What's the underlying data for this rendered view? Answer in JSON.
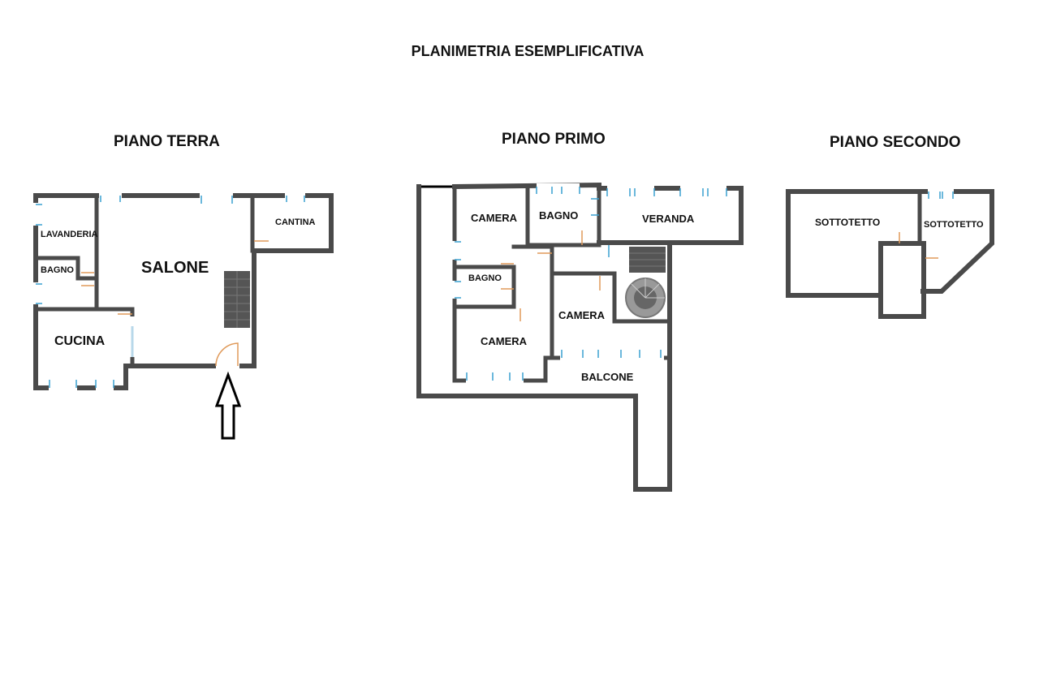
{
  "title": "PLANIMETRIA ESEMPLIFICATIVA",
  "floors": [
    {
      "name": "PIANO TERRA",
      "rooms": [
        "LAVANDERIA",
        "BAGNO",
        "SALONE",
        "CANTINA",
        "CUCINA"
      ]
    },
    {
      "name": "PIANO PRIMO",
      "rooms": [
        "CAMERA",
        "BAGNO",
        "VERANDA",
        "BAGNO",
        "CAMERA",
        "CAMERA",
        "BALCONE"
      ]
    },
    {
      "name": "PIANO SECONDO",
      "rooms": [
        "SOTTOTETTO",
        "SOTTOTETTO"
      ]
    }
  ],
  "colors": {
    "wall": "#4a4a4a",
    "window": "#3aa0d0",
    "door": "#e09a5a"
  }
}
